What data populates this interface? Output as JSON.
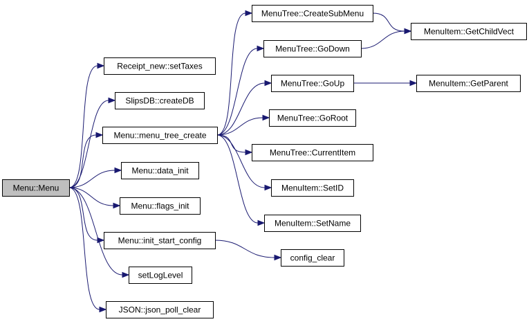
{
  "graph": {
    "nodes": [
      {
        "id": "menu_menu",
        "label": "Menu::Menu",
        "root": true
      },
      {
        "id": "receipt_settaxes",
        "label": "Receipt_new::setTaxes"
      },
      {
        "id": "slipsdb_createdb",
        "label": "SlipsDB::createDB"
      },
      {
        "id": "menu_tree_create",
        "label": "Menu::menu_tree_create"
      },
      {
        "id": "data_init",
        "label": "Menu::data_init"
      },
      {
        "id": "flags_init",
        "label": "Menu::flags_init"
      },
      {
        "id": "init_start_config",
        "label": "Menu::init_start_config"
      },
      {
        "id": "setloglevel",
        "label": "setLogLevel"
      },
      {
        "id": "json_poll_clear",
        "label": "JSON::json_poll_clear"
      },
      {
        "id": "createsubmenu",
        "label": "MenuTree::CreateSubMenu"
      },
      {
        "id": "godown",
        "label": "MenuTree::GoDown"
      },
      {
        "id": "goup",
        "label": "MenuTree::GoUp"
      },
      {
        "id": "goroot",
        "label": "MenuTree::GoRoot"
      },
      {
        "id": "currentitem",
        "label": "MenuTree::CurrentItem"
      },
      {
        "id": "setid",
        "label": "MenuItem::SetID"
      },
      {
        "id": "setname",
        "label": "MenuItem::SetName"
      },
      {
        "id": "config_clear",
        "label": "config_clear"
      },
      {
        "id": "getchildvect",
        "label": "MenuItem::GetChildVect"
      },
      {
        "id": "getparent",
        "label": "MenuItem::GetParent"
      }
    ],
    "edges": [
      {
        "from": "menu_menu",
        "to": "receipt_settaxes"
      },
      {
        "from": "menu_menu",
        "to": "slipsdb_createdb"
      },
      {
        "from": "menu_menu",
        "to": "menu_tree_create"
      },
      {
        "from": "menu_menu",
        "to": "data_init"
      },
      {
        "from": "menu_menu",
        "to": "flags_init"
      },
      {
        "from": "menu_menu",
        "to": "init_start_config"
      },
      {
        "from": "menu_menu",
        "to": "setloglevel"
      },
      {
        "from": "menu_menu",
        "to": "json_poll_clear"
      },
      {
        "from": "menu_tree_create",
        "to": "createsubmenu"
      },
      {
        "from": "menu_tree_create",
        "to": "godown"
      },
      {
        "from": "menu_tree_create",
        "to": "goup"
      },
      {
        "from": "menu_tree_create",
        "to": "goroot"
      },
      {
        "from": "menu_tree_create",
        "to": "currentitem"
      },
      {
        "from": "menu_tree_create",
        "to": "setid"
      },
      {
        "from": "menu_tree_create",
        "to": "setname"
      },
      {
        "from": "init_start_config",
        "to": "config_clear"
      },
      {
        "from": "createsubmenu",
        "to": "getchildvect"
      },
      {
        "from": "godown",
        "to": "getchildvect"
      },
      {
        "from": "goup",
        "to": "getparent"
      }
    ]
  },
  "colors": {
    "edge": "#191970",
    "root_fill": "#bfbfbf",
    "node_fill": "#ffffff",
    "node_stroke": "#000000"
  }
}
